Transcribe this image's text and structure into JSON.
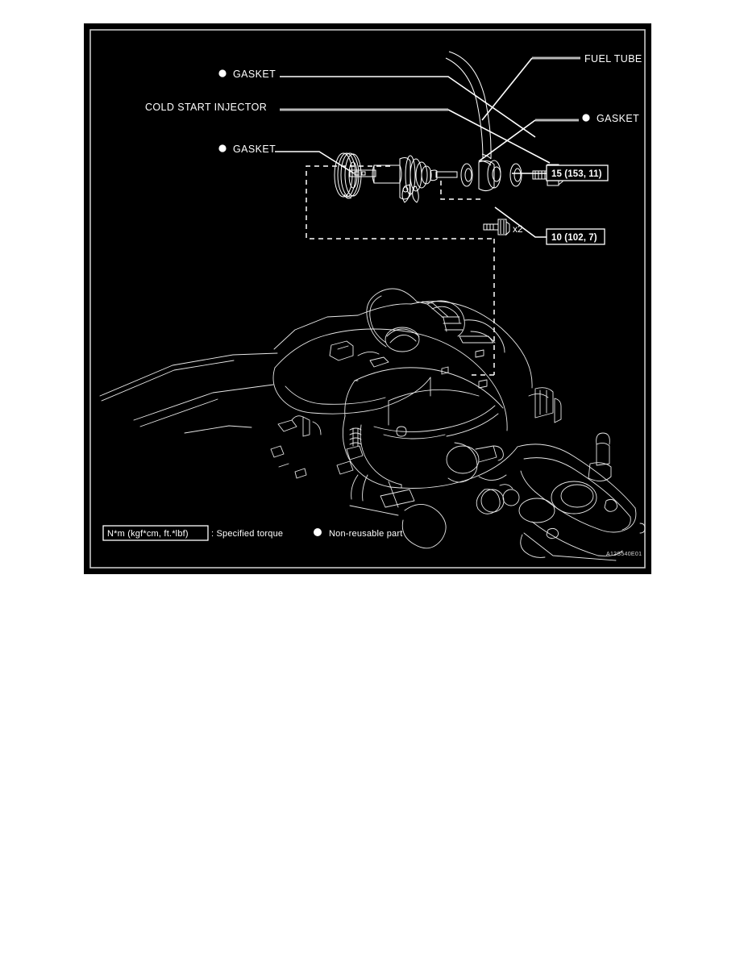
{
  "figure": {
    "id_code": "A12S540E01",
    "background_color": "#000000",
    "line_color": "#ffffff",
    "callouts": [
      {
        "key": "gasket_top",
        "label": "GASKET",
        "bullet": true
      },
      {
        "key": "cold_start_injector",
        "label": "COLD START INJECTOR",
        "bullet": false
      },
      {
        "key": "gasket_left",
        "label": "GASKET",
        "bullet": true
      },
      {
        "key": "fuel_tube",
        "label": "FUEL TUBE",
        "bullet": false
      },
      {
        "key": "gasket_right",
        "label": "GASKET",
        "bullet": true
      }
    ],
    "torque_specs": [
      {
        "key": "union_bolt",
        "value": "15 (153, 11)"
      },
      {
        "key": "mount_bolt",
        "value": "10 (102, 7)"
      }
    ],
    "quantity_notes": [
      {
        "key": "mount_bolt_qty",
        "text": "x2"
      }
    ],
    "legend": {
      "torque_box": "N*m (kgf*cm, ft.*lbf)",
      "torque_desc": ": Specified torque",
      "nonreusable_desc": "Non-reusable part"
    }
  }
}
